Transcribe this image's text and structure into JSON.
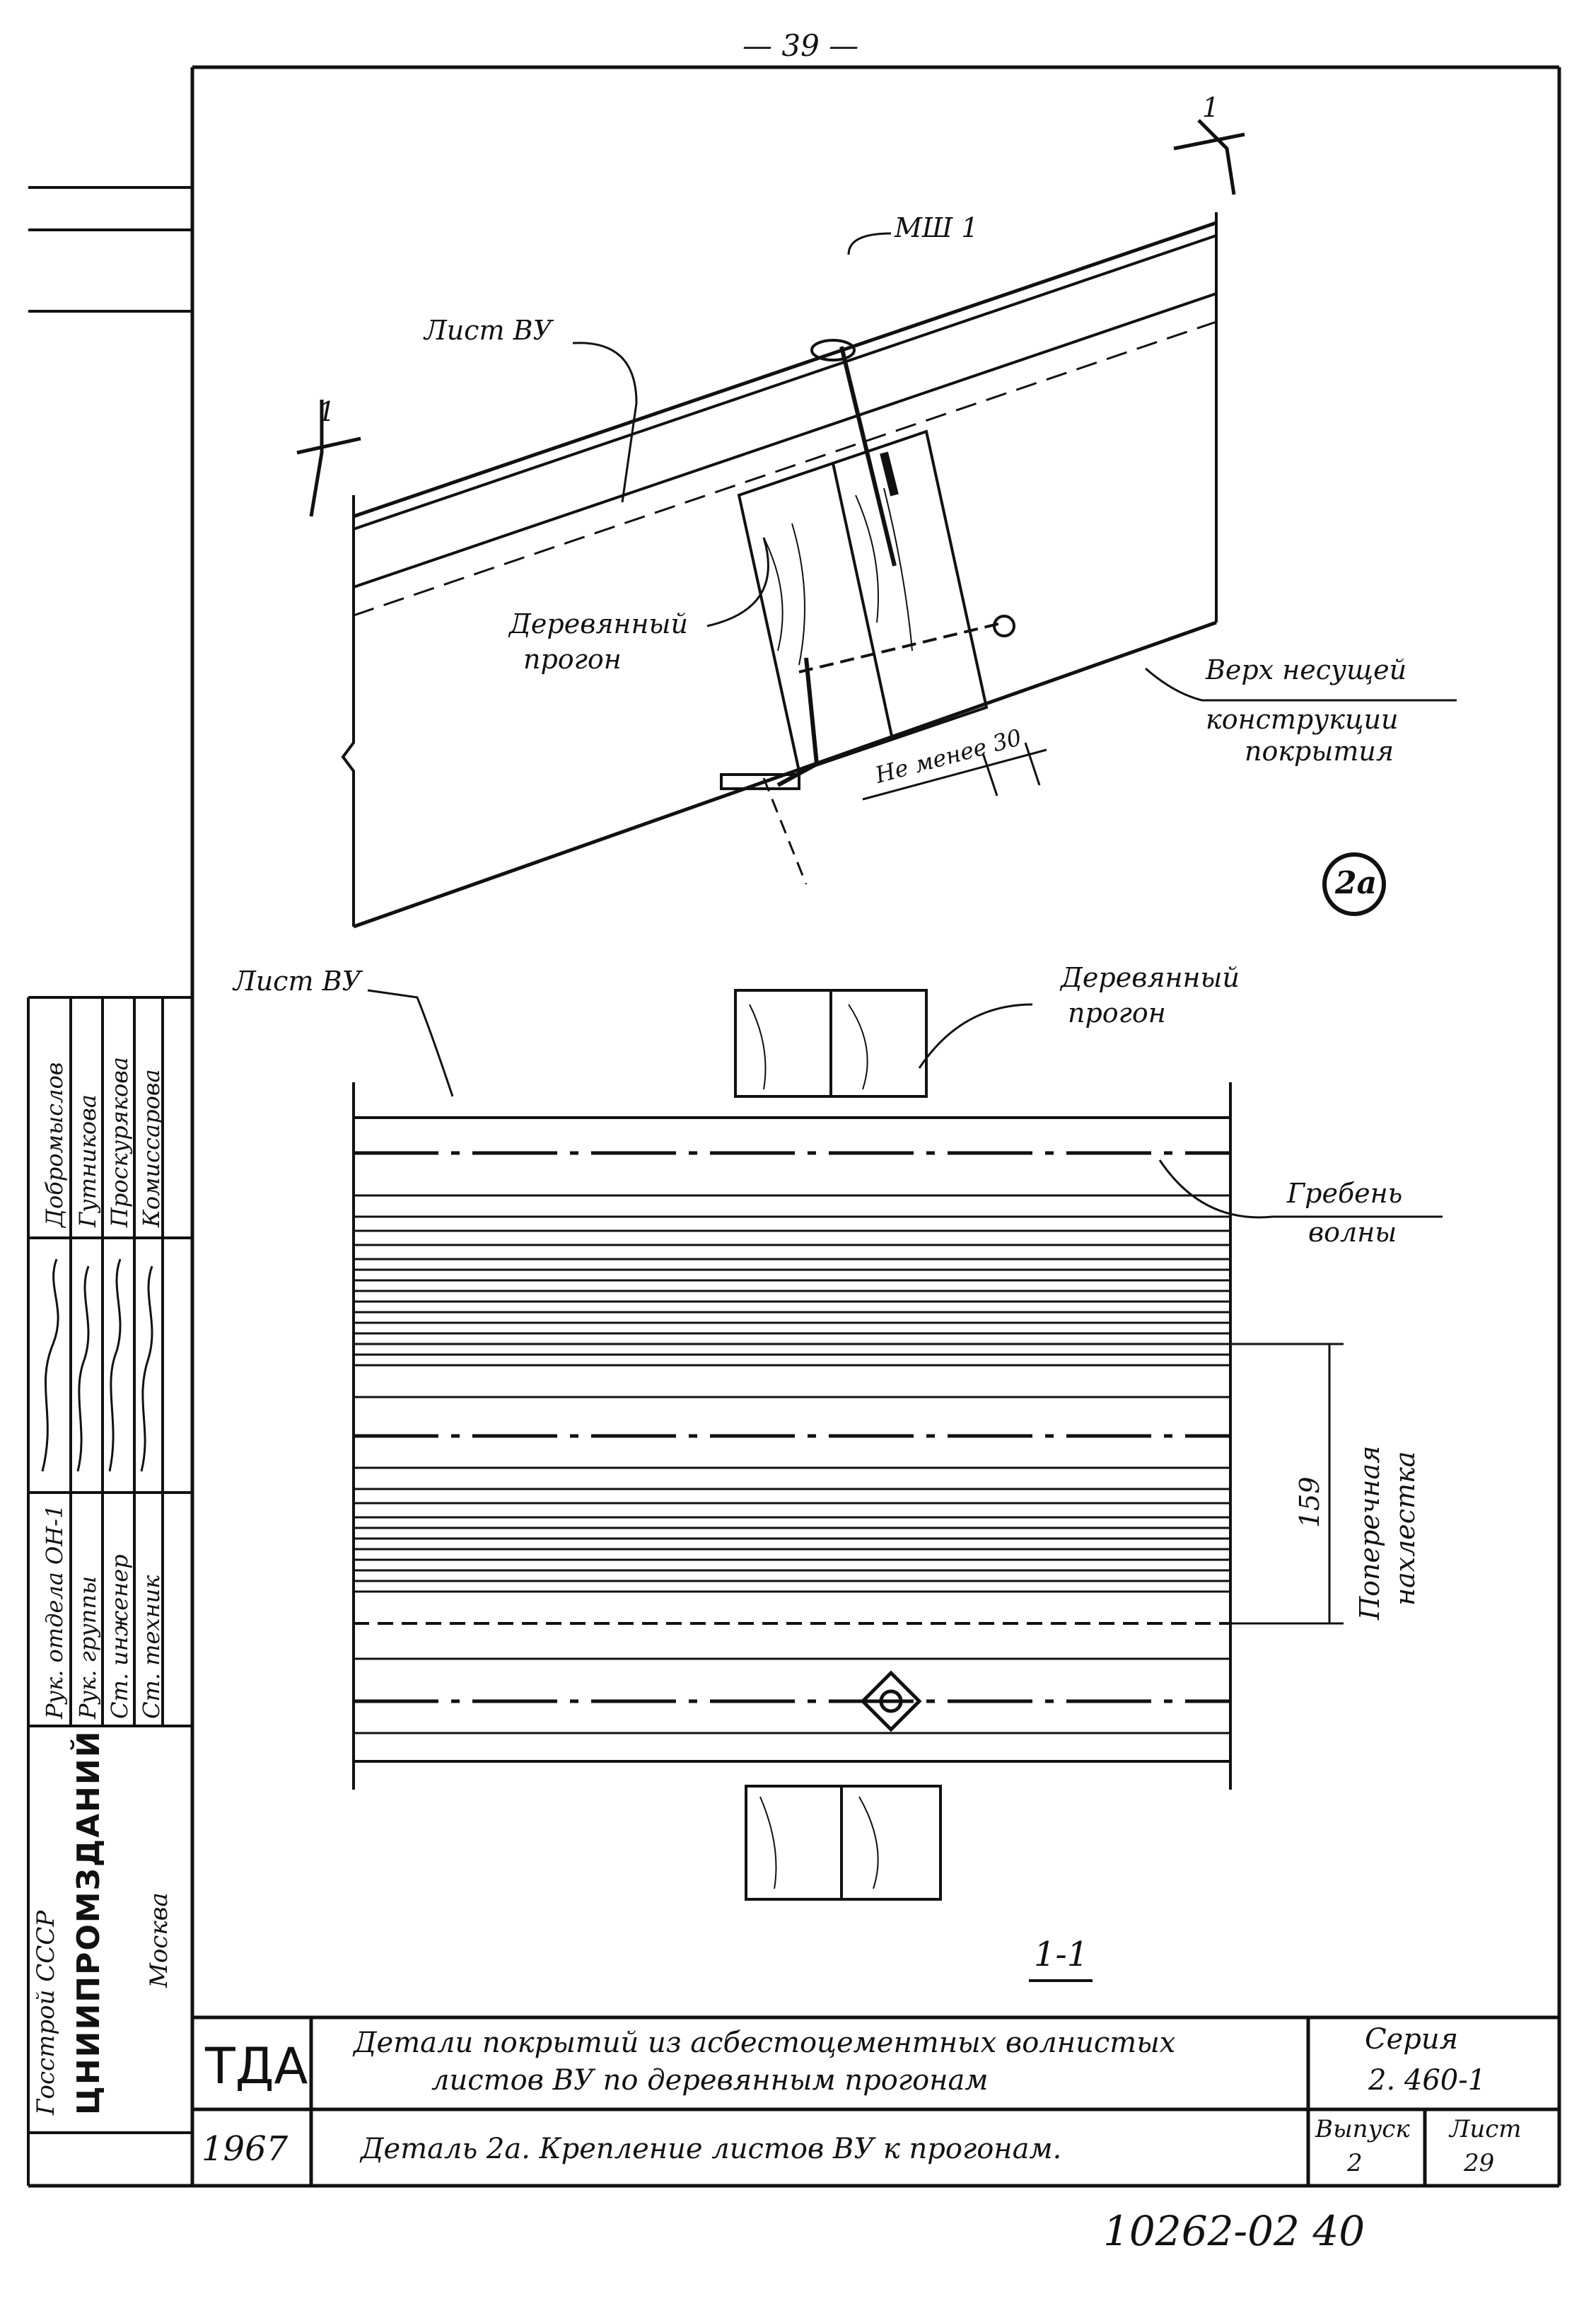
{
  "page_number": "— 39 —",
  "view_top": {
    "sheet_label": "Лист ВУ",
    "fastener_label": "МШ 1",
    "purlin_label_line1": "Деревянный",
    "purlin_label_line2": "прогон",
    "top_of_structure_line1": "Верх несущей",
    "top_of_structure_line2": "конструкции",
    "top_of_structure_line3": "покрытия",
    "min_distance": "Не менее 30",
    "section_mark_left": "1",
    "section_mark_right": "1",
    "detail_number": "2а"
  },
  "view_section": {
    "sheet_label": "Лист ВУ",
    "purlin_label_line1": "Деревянный",
    "purlin_label_line2": "прогон",
    "ridge_label_line1": "Гребень",
    "ridge_label_line2": "волны",
    "dimension_value": "159",
    "overlap_label_line1": "Поперечная",
    "overlap_label_line2": "нахлестка",
    "section_title": "1-1"
  },
  "side_stamp": {
    "org_line1": "Госстрой СССР",
    "org_line2": "ЦНИИПРОМЗДАНИЙ",
    "org_line3": "Москва",
    "roles": [
      "Рук. отдела ОН-1",
      "Рук. группы",
      "Ст. инженер",
      "Ст. техник"
    ],
    "names": [
      "Добромыслов",
      "Гутникова",
      "Проскурякова",
      "Комиссарова"
    ]
  },
  "title_block": {
    "org_code": "ТДА",
    "title_line1": "Детали покрытий из асбестоцементных волнистых",
    "title_line2": "листов ВУ по деревянным прогонам",
    "series_label": "Серия",
    "series_value": "2. 460-1",
    "year": "1967",
    "detail_title": "Деталь 2а. Крепление листов ВУ к прогонам.",
    "issue_label": "Выпуск",
    "issue_value": "2",
    "sheet_label": "Лист",
    "sheet_value": "29"
  },
  "archive_number": "10262-02 40"
}
